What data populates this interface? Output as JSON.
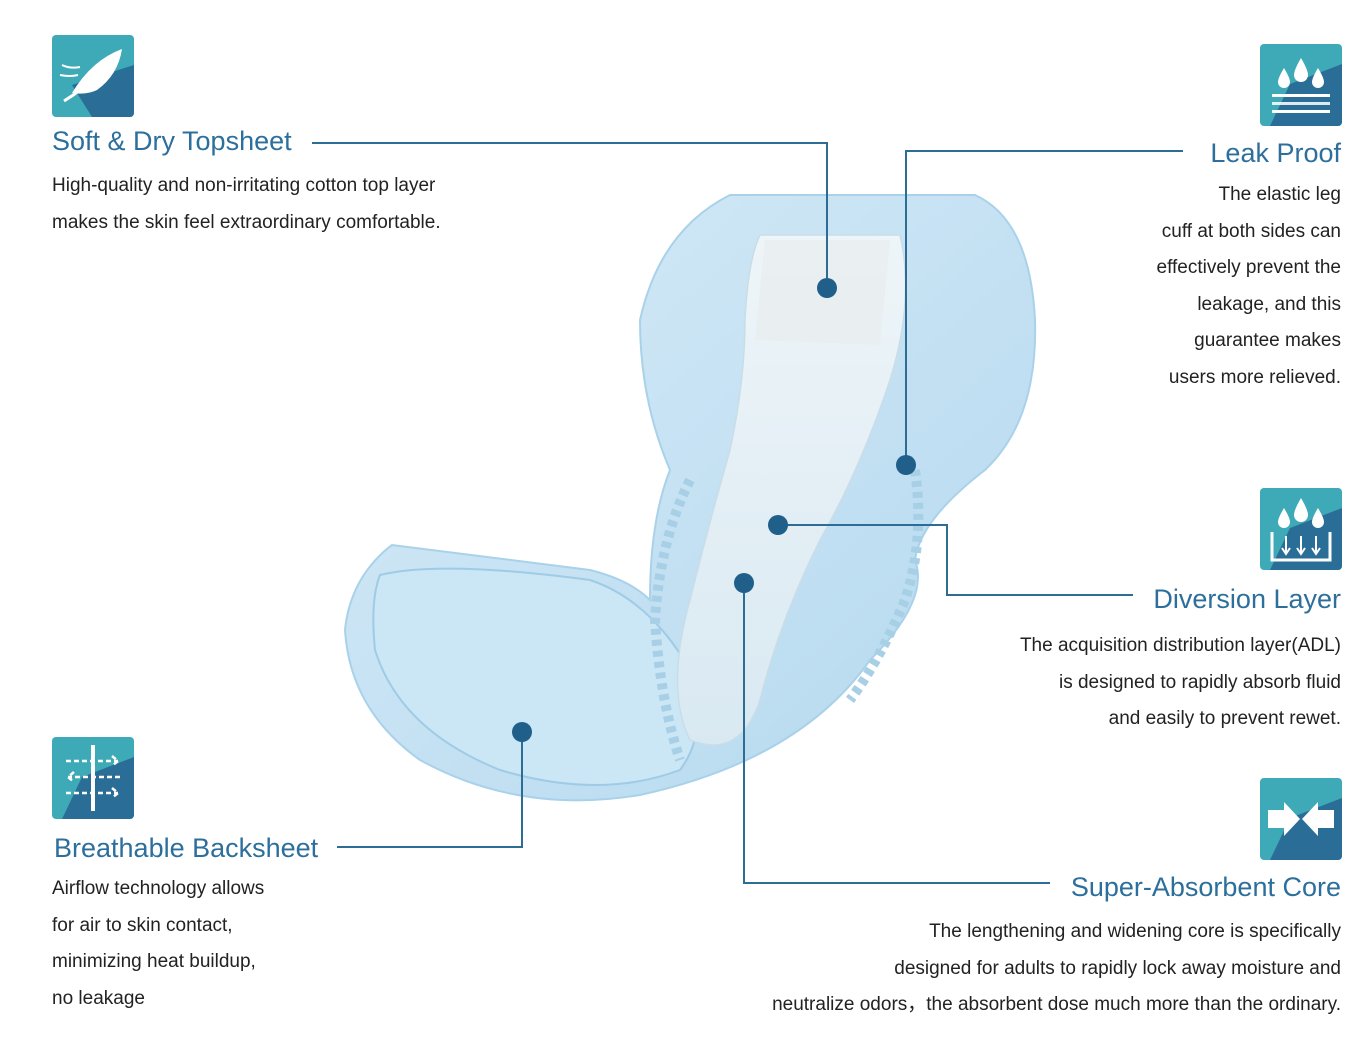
{
  "features": {
    "topsheet": {
      "icon": "feather-icon",
      "title": "Soft & Dry Topsheet",
      "lines": [
        "High-quality and non-irritating cotton top layer",
        "makes the skin feel extraordinary comfortable."
      ]
    },
    "leak_proof": {
      "icon": "water-drops-barrier-icon",
      "title": "Leak Proof",
      "lines": [
        "The elastic leg",
        "cuff at both sides can",
        "effectively prevent the",
        "leakage, and this",
        "guarantee makes",
        "users more relieved."
      ]
    },
    "diversion": {
      "icon": "water-drops-down-arrows-icon",
      "title": "Diversion Layer",
      "lines": [
        "The acquisition distribution layer(ADL)",
        "is designed to rapidly absorb fluid",
        "and easily to prevent rewet."
      ]
    },
    "backsheet": {
      "icon": "airflow-arrows-icon",
      "title": "Breathable Backsheet",
      "lines": [
        "Airflow technology allows",
        "for air to skin contact,",
        "minimizing heat buildup,",
        "no leakage"
      ]
    },
    "core": {
      "icon": "compress-arrows-icon",
      "title": "Super-Absorbent Core",
      "lines": [
        "The lengthening and widening core is specifically",
        "designed for adults to rapidly lock away moisture and",
        "neutralize odors，the absorbent dose much more than the ordinary."
      ]
    }
  },
  "colors": {
    "accent": "#2c6f9c",
    "icon_bg": "#3eaab7",
    "icon_shadow": "#2a6e98",
    "leader": "#2d6c95",
    "pad": "#c3e0f2"
  }
}
